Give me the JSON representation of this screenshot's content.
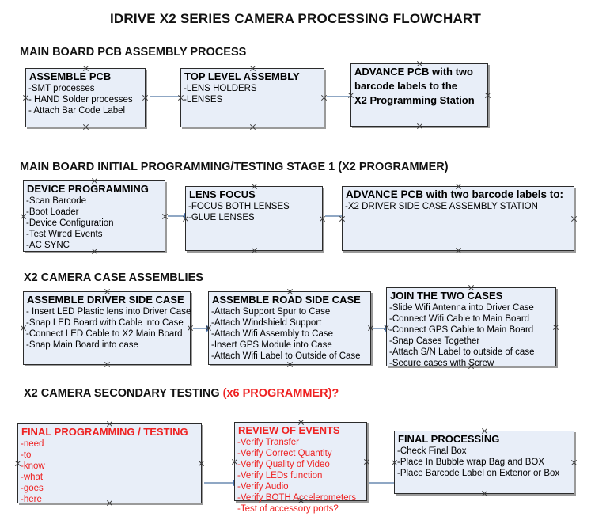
{
  "title": "IDRIVE X2  SERIES CAMERA PROCESSING FLOWCHART",
  "sections": [
    {
      "heading": "MAIN BOARD PCB ASSEMBLY PROCESS",
      "accent": ""
    },
    {
      "heading": "MAIN BOARD INITIAL PROGRAMMING/TESTING STAGE 1 (X2 PROGRAMMER)",
      "accent": ""
    },
    {
      "heading": "X2 CAMERA CASE ASSEMBLIES",
      "accent": ""
    },
    {
      "heading": "X2 CAMERA SECONDARY TESTING ",
      "accent": "(x6 PROGRAMMER)?"
    }
  ],
  "boxes": {
    "assemble_pcb": {
      "title": "ASSEMBLE PCB",
      "lines": [
        "-SMT processes",
        "- HAND Solder processes",
        "- Attach Bar Code Label"
      ]
    },
    "top_level_assembly": {
      "title": "TOP LEVEL ASSEMBLY",
      "lines": [
        "-LENS HOLDERS",
        "-LENSES"
      ]
    },
    "advance_pcb_1": {
      "title": "ADVANCE PCB with two",
      "lines": [
        "barcode labels to the",
        " X2 Programming Station"
      ]
    },
    "device_programming": {
      "title": "DEVICE PROGRAMMING",
      "lines": [
        "-Scan Barcode",
        "-Boot Loader",
        "-Device Configuration",
        "-Test Wired Events",
        "-AC SYNC"
      ]
    },
    "lens_focus": {
      "title": "LENS FOCUS",
      "lines": [
        "-FOCUS BOTH LENSES",
        "-GLUE LENSES"
      ]
    },
    "advance_pcb_2": {
      "title": "ADVANCE PCB with two barcode labels to:",
      "lines": [
        "-X2 DRIVER  SIDE  CASE  ASSEMBLY STATION"
      ]
    },
    "assemble_driver_side": {
      "title": "ASSEMBLE DRIVER SIDE CASE",
      "lines": [
        "- Insert LED Plastic lens into Driver Case",
        "-Snap LED Board with Cable into Case",
        "-Connect LED Cable to X2 Main Board",
        "-Snap Main Board into case"
      ]
    },
    "assemble_road_side": {
      "title": "ASSEMBLE ROAD SIDE CASE",
      "lines": [
        "-Attach Support Spur to Case",
        "-Attach Windshield Support",
        "-Attach Wifi Assembly to Case",
        "-Insert GPS Module into Case",
        "-Attach Wifi Label to Outside of Case"
      ]
    },
    "join_two_cases": {
      "title": "JOIN THE TWO CASES",
      "lines": [
        "-Slide Wifi Antenna into Driver Case",
        "-Connect Wifi Cable to Main Board",
        "-Connect GPS Cable to Main Board",
        "-Snap Cases Together",
        "-Attach S/N Label to outside of case",
        "-Secure cases with Screw"
      ]
    },
    "final_programming": {
      "title": "FINAL PROGRAMMING / TESTING",
      "lines": [
        "-need",
        "-to",
        "-know",
        "-what",
        "-goes",
        "-here"
      ]
    },
    "review_of_events": {
      "title": "REVIEW OF EVENTS",
      "lines": [
        "-Verify Transfer",
        "-Verify Correct Quantity",
        "-Verify Quality of Video",
        "-Verify LEDs function",
        "-Verify Audio",
        "-Verify BOTH Accelerometers",
        "-Test of accessory ports?"
      ]
    },
    "final_processing": {
      "title": "FINAL PROCESSING",
      "lines": [
        "-Check Final Box",
        "-Place In Bubble wrap Bag and BOX",
        "-Place Barcode Label on Exterior or Box"
      ]
    }
  },
  "colors": {
    "box_fill": "#e8eef8",
    "box_border": "#2b2b2b",
    "connector": "#8fa7c4",
    "arrow_head": "#4a72ab",
    "accent_red": "#ee2222"
  }
}
